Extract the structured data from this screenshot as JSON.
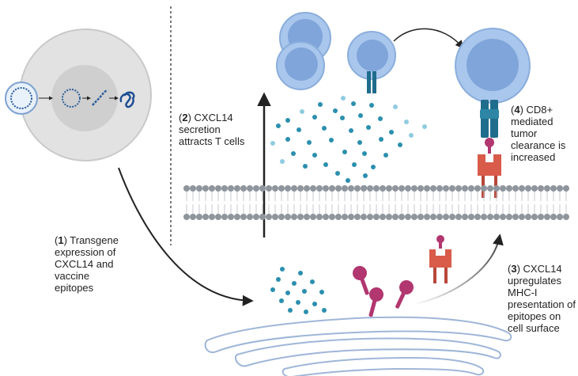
{
  "steps": [
    {
      "num": "1",
      "lines": [
        ") Transgene",
        "expression of",
        "CXCL14 and",
        "vaccine",
        "epitopes"
      ]
    },
    {
      "num": "2",
      "lines": [
        ") CXCL14",
        "secretion",
        "attracts T cells"
      ]
    },
    {
      "num": "3",
      "lines": [
        ") CXCL14",
        "upregulates",
        "MHC-I",
        "presentation of",
        "epitopes on",
        "cell surface"
      ]
    },
    {
      "num": "4",
      "lines": [
        ") CD8+",
        "mediated",
        "tumor",
        "clearance is",
        "increased"
      ]
    }
  ],
  "colors": {
    "cell_fill": "#e4e4e4",
    "nucleus_fill": "#d0d0d0",
    "t_cell_fill": "#9dbde8",
    "t_cell_outline": "#7a9fd4",
    "membrane_head": "#8f959c",
    "chemokine_dark": "#2b8fae",
    "chemokine_light": "#8fcbe0",
    "tcr": "#1f6c8c",
    "mhc": "#d95b4a",
    "epitope": "#b2366f",
    "er_outline": "#9fb6d8"
  }
}
